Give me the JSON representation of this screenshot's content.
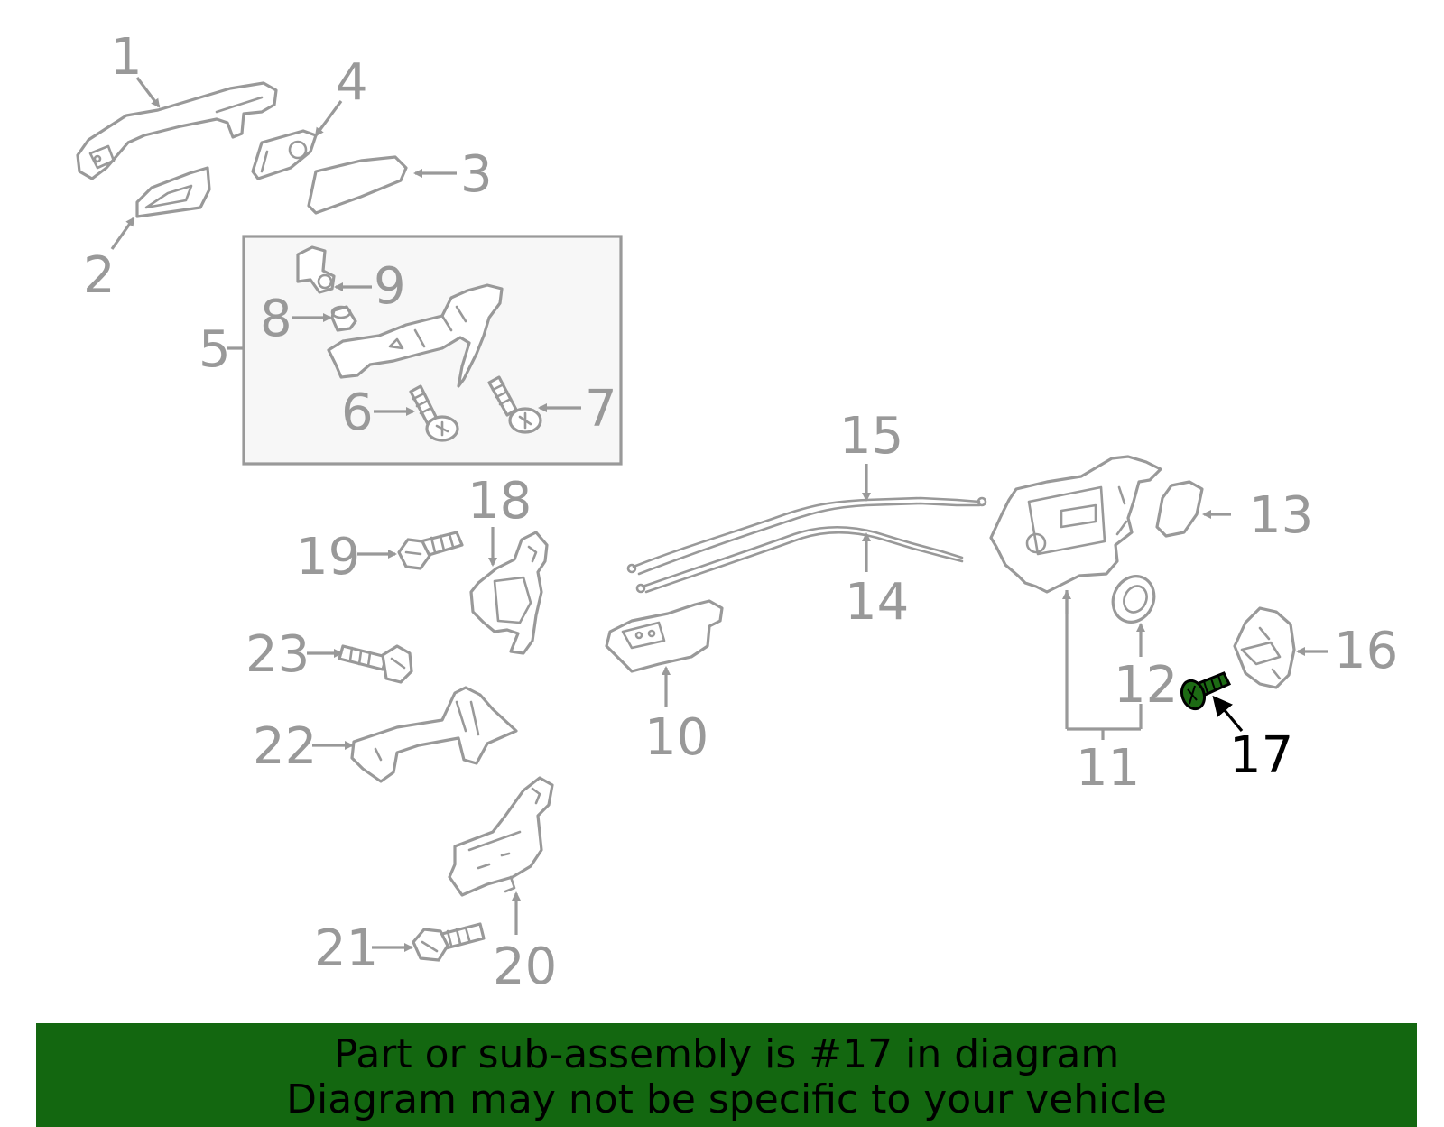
{
  "diagram": {
    "highlight_color": "#136710",
    "callouts": {
      "c1": "1",
      "c2": "2",
      "c3": "3",
      "c4": "4",
      "c5": "5",
      "c6": "6",
      "c7": "7",
      "c8": "8",
      "c9": "9",
      "c10": "10",
      "c11": "11",
      "c12": "12",
      "c13": "13",
      "c14": "14",
      "c15": "15",
      "c16": "16",
      "c17": "17",
      "c18": "18",
      "c19": "19",
      "c20": "20",
      "c21": "21",
      "c22": "22",
      "c23": "23"
    },
    "highlighted_part": "17"
  },
  "banner": {
    "line1": "Part or sub-assembly is #17 in diagram",
    "line2": "Diagram may not be specific to your vehicle"
  }
}
